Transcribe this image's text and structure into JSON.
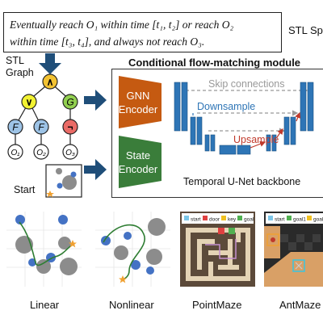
{
  "spec": {
    "line1": "Eventually reach O₁ within time [t₁, t₂] or reach O₂",
    "line2": "within time [t₃, t₄], and always not reach O₃."
  },
  "stl_spec_label": "STL Spec",
  "stl_graph_label": [
    "STL",
    "Graph"
  ],
  "start_label": "Start",
  "module_title": "Conditional flow-matching module",
  "encoders": {
    "gnn": [
      "GNN",
      "Encoder"
    ],
    "state": [
      "State",
      "Encoder"
    ]
  },
  "unet": {
    "skip_label": "Skip connections",
    "downsample_label": "Downsample",
    "upsample_label": "Upsample",
    "backbone_label": "Temporal U-Net backbone"
  },
  "tree": {
    "root": "∧",
    "level2": [
      "∨",
      "G"
    ],
    "level3": [
      "F",
      "F",
      "¬"
    ],
    "leaves": [
      "O₁",
      "O₂",
      "O₃"
    ]
  },
  "envs": {
    "linear": "Linear",
    "nonlinear": "Nonlinear",
    "pointmaze": "PointMaze",
    "antmaze": "AntMaze"
  },
  "pointmaze_legend": [
    "start",
    "door",
    "key",
    "goal"
  ],
  "antmaze_legend": [
    "start",
    "goal1",
    "goal"
  ],
  "colors": {
    "accent_navy": "#1f4e79",
    "gnn_orange": "#c55a11",
    "state_green": "#3a7d3a",
    "node_yellow": "#f2c232",
    "node_green": "#92d050",
    "node_blue": "#9dc3e6",
    "node_red": "#ea6b66",
    "unet_blue": "#2e75b6",
    "upsample_red": "#c0392b",
    "obstacle_gray": "#8c8c8c",
    "goal_blue": "#4472c4",
    "start_orange": "#f0a030",
    "maze_tan": "#d9a066"
  }
}
